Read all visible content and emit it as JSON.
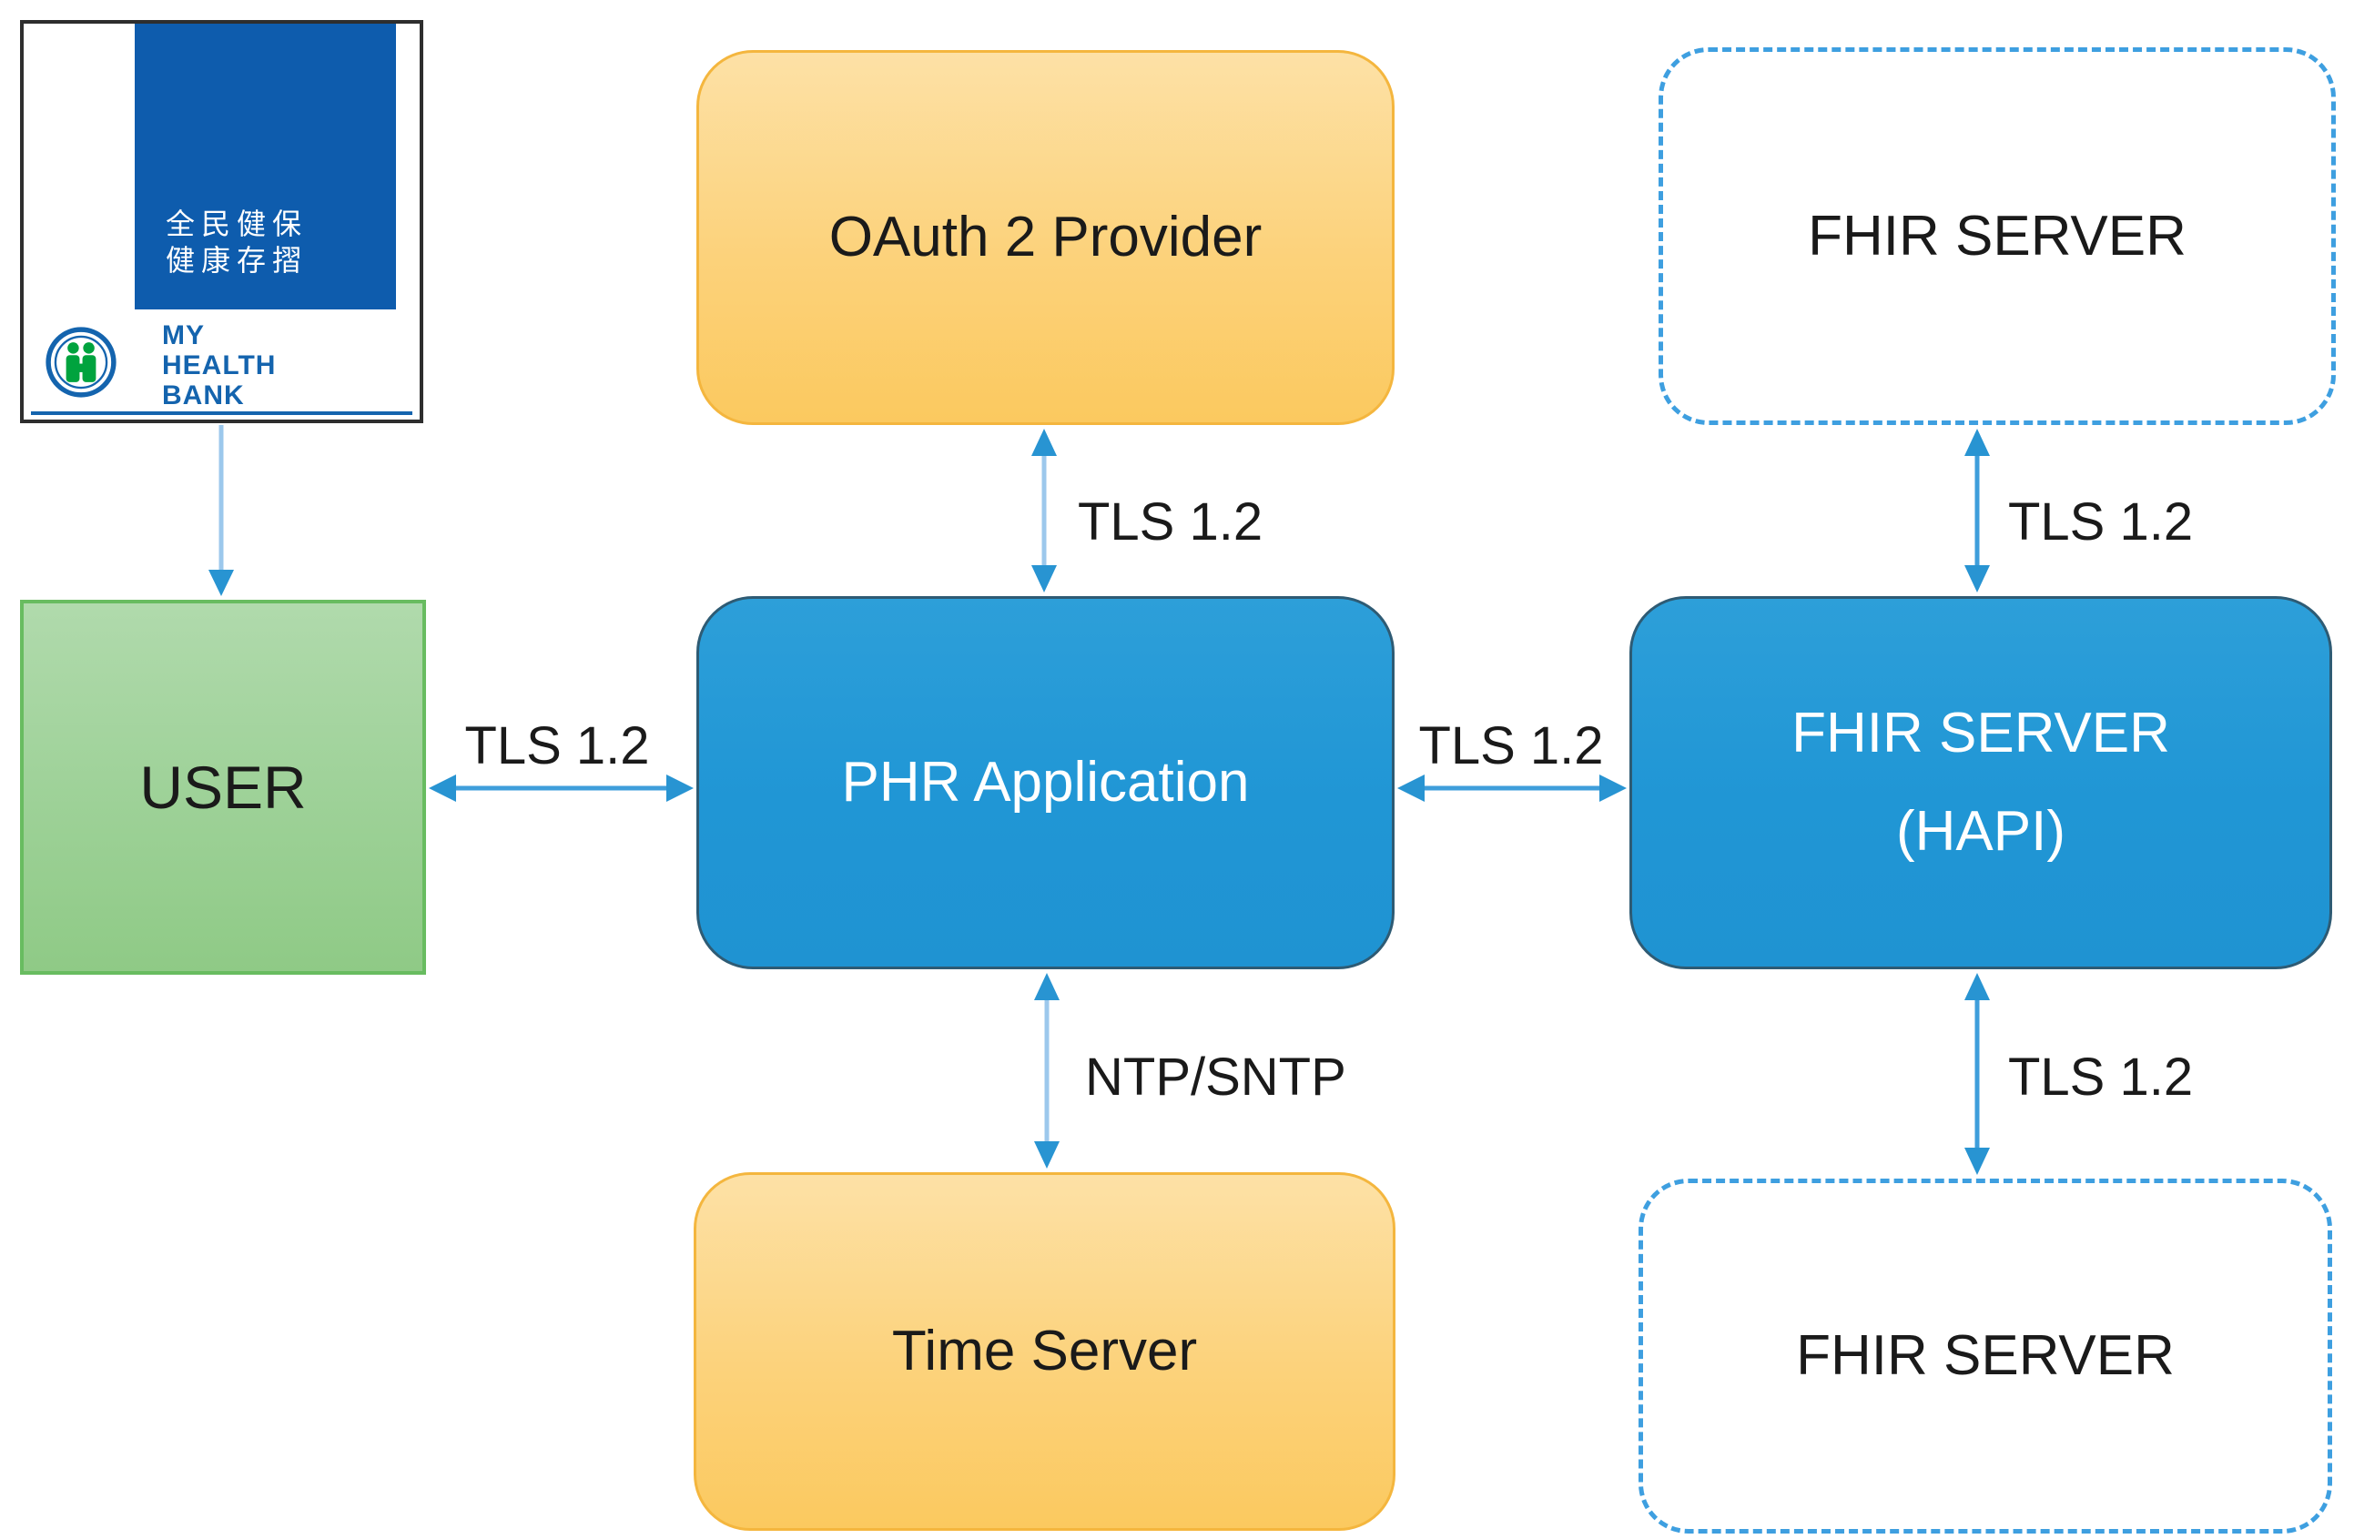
{
  "logo": {
    "chinese_line1": "全民健保",
    "chinese_line2": "健康存摺",
    "brand_line1": "MY",
    "brand_line2": "HEALTH",
    "brand_line3": "BANK"
  },
  "nodes": {
    "user": {
      "label": "USER"
    },
    "oauth": {
      "label": "OAuth 2 Provider"
    },
    "fhir_top": {
      "label": "FHIR SERVER"
    },
    "phr": {
      "label": "PHR Application"
    },
    "hapi": {
      "line1": "FHIR SERVER",
      "line2": "(HAPI)"
    },
    "time": {
      "label": "Time Server"
    },
    "fhir_bottom": {
      "label": "FHIR SERVER"
    }
  },
  "connections": {
    "user_phr": "TLS 1.2",
    "oauth_phr": "TLS 1.2",
    "phr_hapi": "TLS 1.2",
    "fhir_top_hapi": "TLS 1.2",
    "phr_time": "NTP/SNTP",
    "hapi_fhir_bottom": "TLS 1.2"
  },
  "colors": {
    "node_blue_fill": "#2096D5",
    "node_blue_border": "#2E5B74",
    "node_orange_fill": "#FBCD6D",
    "node_orange_border": "#F4B63E",
    "node_green_fill": "#9DD197",
    "node_green_border": "#68BC60",
    "dashed_border_blue": "#3E9FE0",
    "arrow_blue": "#3E9EDB",
    "arrow_light_blue": "#9CC8EC",
    "arrow_head_blue": "#2894D2",
    "logo_blue": "#0E5CAD",
    "logo_text_blue": "#1464AE",
    "emblem_green": "#00A33E"
  }
}
